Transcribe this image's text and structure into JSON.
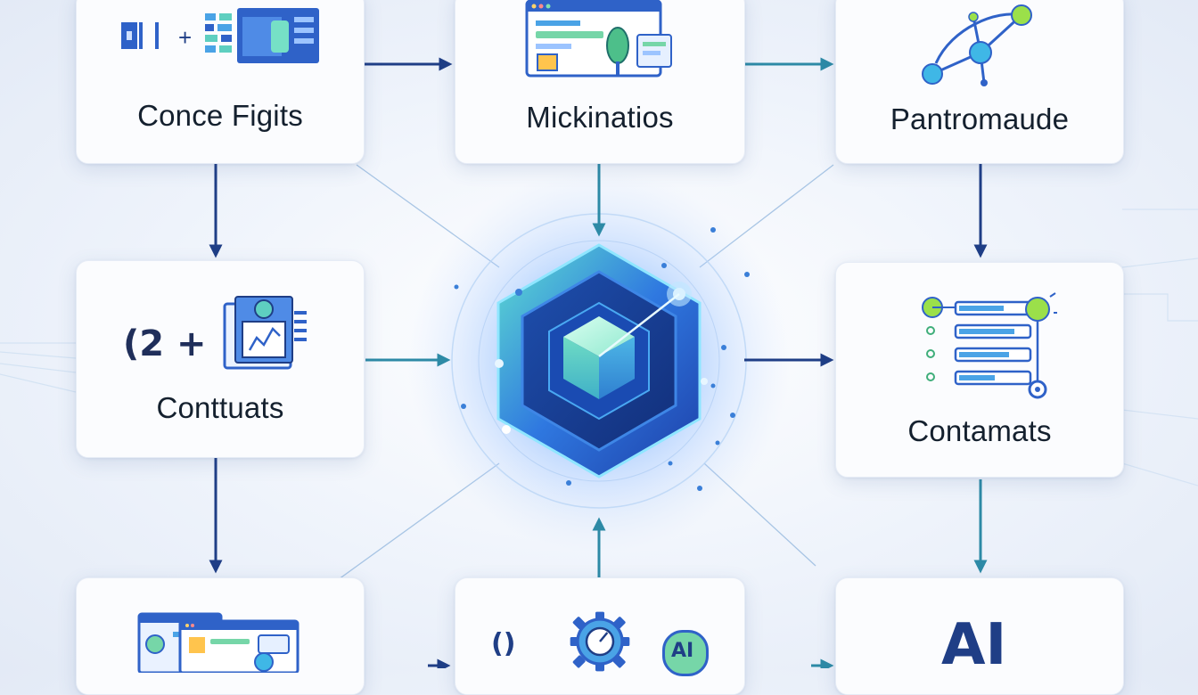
{
  "nodes": {
    "top_left": {
      "label": "Conce Figits"
    },
    "top_middle": {
      "label": "Mickinatios"
    },
    "top_right": {
      "label": "Pantromaude"
    },
    "mid_left": {
      "label": "Conttuats",
      "icon_text": "(2 +"
    },
    "mid_right": {
      "label": "Contamats"
    },
    "bottom_left": {
      "label": ""
    },
    "bottom_middle": {
      "label": "",
      "icon_text_left": "(⁠)",
      "icon_text_ai": "AI"
    },
    "bottom_right": {
      "label": "",
      "big_text": "AI"
    }
  },
  "top_left_plus": "+",
  "mid_left_plus": "+",
  "colors": {
    "arrow_dark": "#1f3e86",
    "arrow_teal": "#2d8aa6",
    "hub_blue": "#2d6fd6",
    "hub_green": "#58d4a0",
    "card_bg": "#fbfcfe"
  },
  "icons": {
    "top_left": "ui-panel-icon",
    "top_middle": "dashboard-browser-icon",
    "top_right": "network-nodes-icon",
    "mid_left": "document-chart-icon",
    "mid_right": "list-nodes-icon",
    "bottom_left": "browser-windows-icon",
    "bottom_middle": "gear-icon",
    "hub": "hexagon-cube-icon"
  }
}
